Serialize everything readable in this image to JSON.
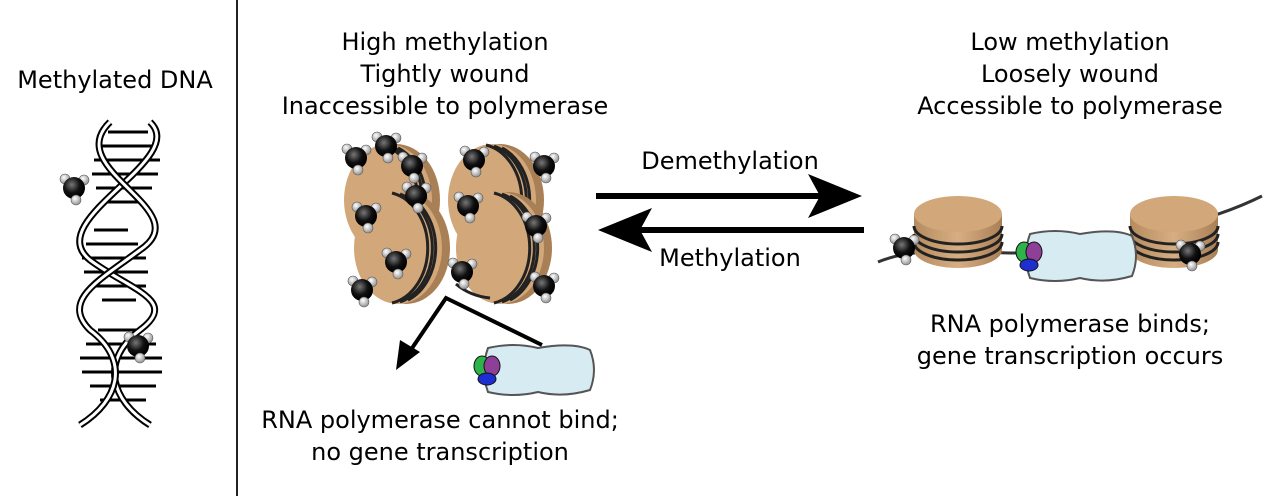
{
  "left_panel": {
    "title": "Methylated DNA"
  },
  "high_state": {
    "lines": [
      "High methylation",
      "Tightly wound",
      "Inaccessible to polymerase"
    ]
  },
  "low_state": {
    "lines": [
      "Low methylation",
      "Loosely wound",
      "Accessible to polymerase"
    ]
  },
  "arrows": {
    "forward_label": "Demethylation",
    "reverse_label": "Methylation"
  },
  "outcome_blocked": {
    "lines": [
      "RNA polymerase cannot bind;",
      "no gene transcription"
    ]
  },
  "outcome_active": {
    "lines": [
      "RNA polymerase binds;",
      "gene transcription occurs"
    ]
  },
  "colors": {
    "nucleosome": "#d2a77a",
    "nucleosome_dark": "#b88e62",
    "polymerase_body": "#d6ecf2",
    "polymerase_green": "#2db34a",
    "polymerase_purple": "#8e3f98",
    "polymerase_blue": "#1e2fd1"
  }
}
